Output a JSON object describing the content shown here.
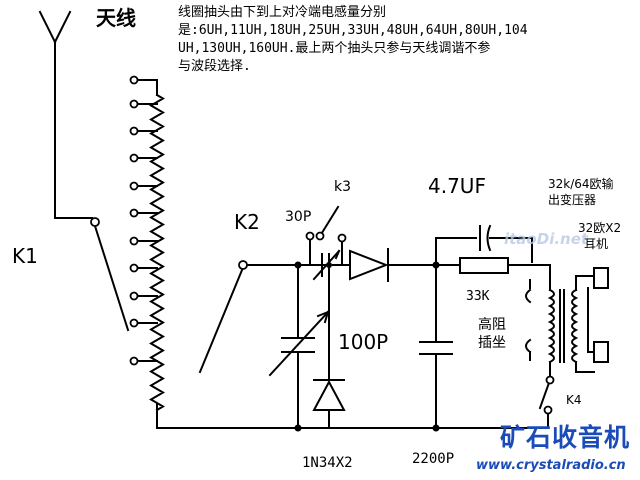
{
  "labels": {
    "antenna": "天线",
    "k1": "K1",
    "k2": "K2",
    "k3": "k3",
    "k4": "K4",
    "c_30p": "30P",
    "c_100p": "100P",
    "c_4_7uf": "4.7UF",
    "c_2200p": "2200P",
    "r_33k": "33K",
    "diodes": "1N34X2",
    "transformer_line1": "32k/64欧输",
    "transformer_line2": "出变压器",
    "earphone_line1": "32欧X2",
    "earphone_line2": "耳机",
    "hi_z_line1": "高阻",
    "hi_z_line2": "插坐"
  },
  "note": {
    "line1": "线圈抽头由下到上对冷端电感量分别",
    "line2": "是:6UH,11UH,18UH,25UH,33UH,48UH,64UH,80UH,104",
    "line3": "UH,130UH,160UH.最上两个抽头只参与天线调谐不参",
    "line4": "与波段选择."
  },
  "branding": {
    "name": "矿石收音机",
    "url": "www.crystalradio.cn",
    "watermark": "itaoDi.net"
  }
}
